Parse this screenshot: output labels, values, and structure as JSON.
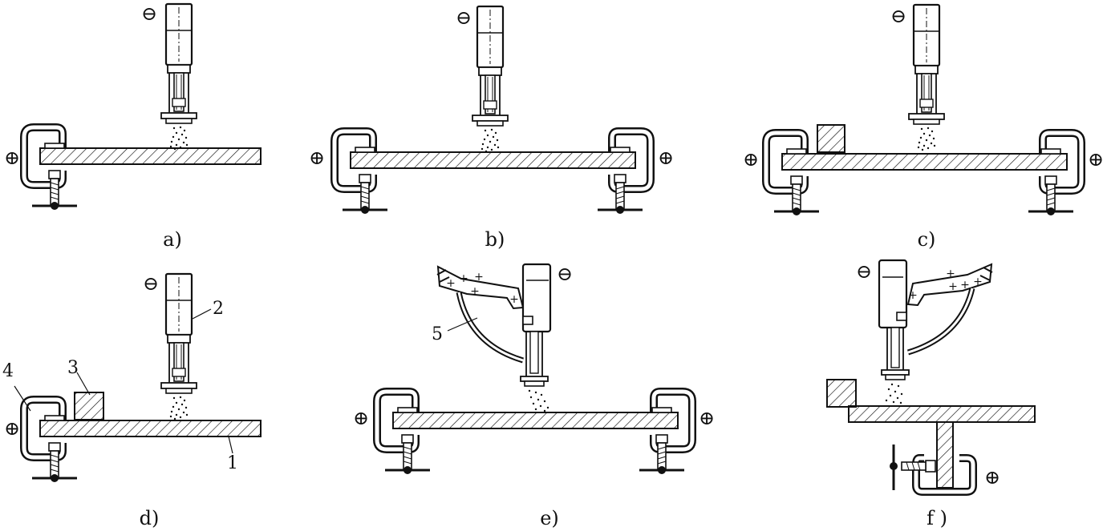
{
  "figure": {
    "panel_captions": [
      "a)",
      "b)",
      "c)",
      "d)",
      "e)",
      "f )"
    ],
    "polarity": {
      "negative": "⊖",
      "positive": "⊕",
      "plus_mark": "+"
    },
    "part_numbers": [
      "1",
      "2",
      "3",
      "4",
      "5"
    ],
    "colors": {
      "ink": "#111111",
      "background": "#ffffff"
    }
  }
}
